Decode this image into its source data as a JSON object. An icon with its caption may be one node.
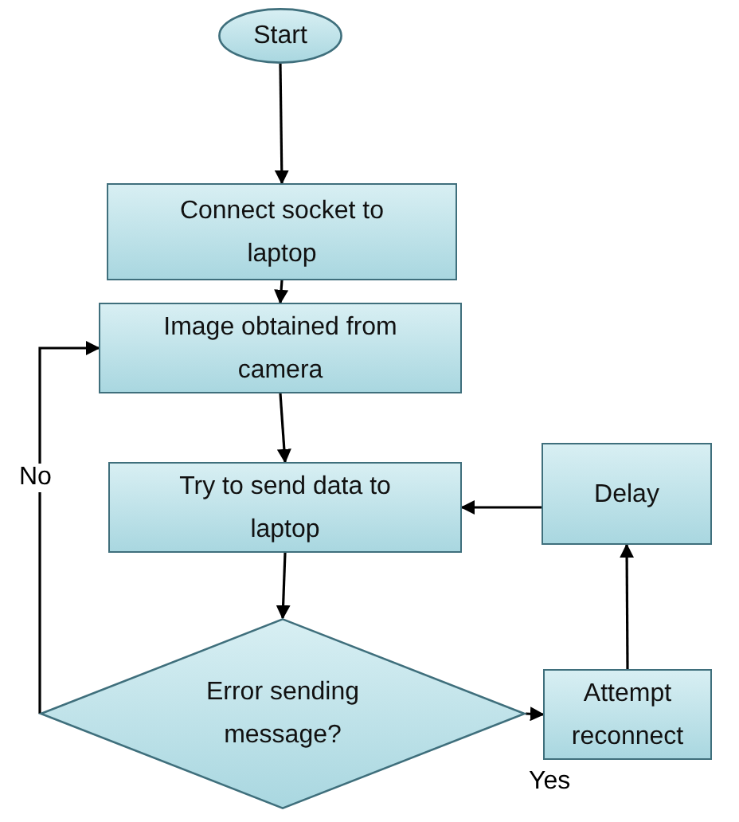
{
  "diagram": {
    "nodes": [
      {
        "text": [
          "Start"
        ]
      },
      {
        "text": [
          "Connect socket to laptop"
        ]
      },
      {
        "text": [
          "Image obtained from camera"
        ]
      },
      {
        "text": [
          "Try to send data to laptop"
        ]
      },
      {
        "text": [
          "Delay"
        ]
      },
      {
        "text": [
          "Error sending message?"
        ]
      },
      {
        "text": [
          "Attempt reconnect"
        ]
      }
    ],
    "edges": [
      {
        "from": 0,
        "to": 1,
        "arrow": "to"
      },
      {
        "from": 1,
        "to": 2,
        "arrow": "to"
      },
      {
        "from": 2,
        "to": 3,
        "arrow": "to"
      },
      {
        "from": 3,
        "to": 5,
        "arrow": "to"
      },
      {
        "from": 5,
        "to": 6,
        "label": "Yes",
        "arrow": "to"
      },
      {
        "from": 6,
        "to": 4,
        "arrow": "to"
      },
      {
        "from": 4,
        "to": 3,
        "arrow": "to"
      },
      {
        "from": 5,
        "to": 2,
        "label": "No",
        "arrow": "to"
      }
    ]
  }
}
